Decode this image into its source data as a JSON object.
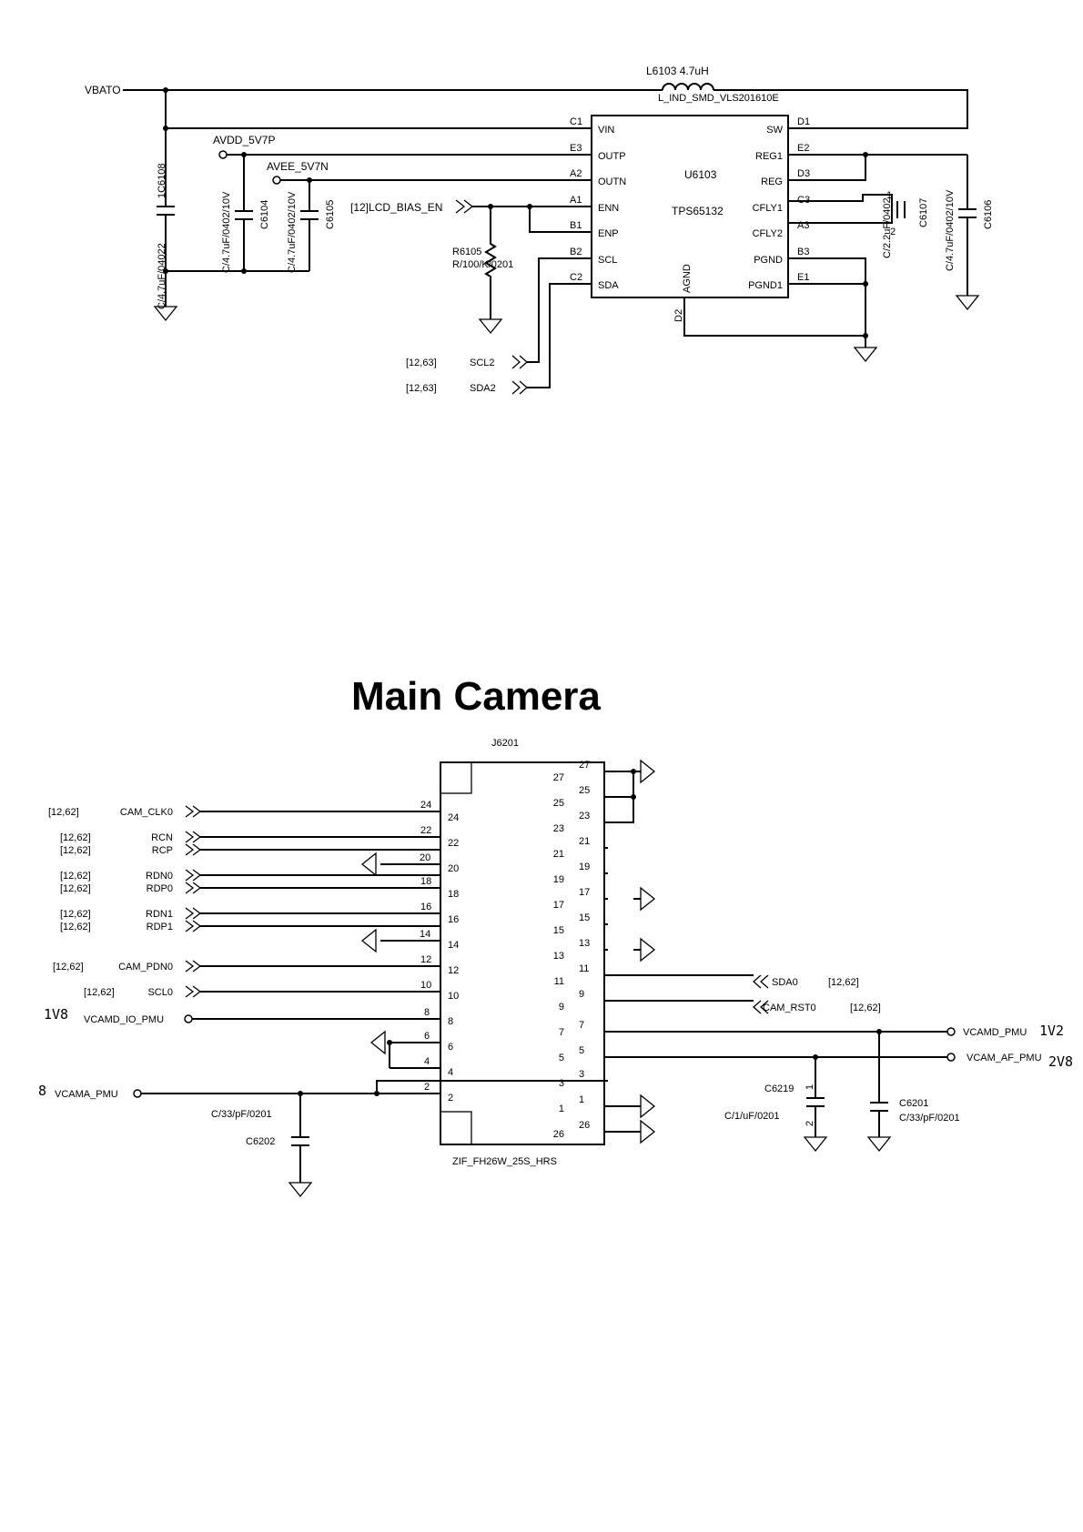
{
  "section_title": "Main Camera",
  "bias": {
    "vbat": "VBATO",
    "inductor": {
      "ref": "L6103",
      "value": "4.7uH",
      "footprint": "L_IND_SMD_VLS201610E"
    },
    "avdd": "AVDD_5V7P",
    "avee": "AVEE_5V7N",
    "enable_net": "[12]LCD_BIAS_EN",
    "caps": {
      "c6108_ref": "1C6108",
      "c6108_val": "C/4.7uF/04022",
      "c6104_ref": "C6104",
      "c6104_val": "C/4.7uF/0402/10V",
      "c6105_ref": "C6105",
      "c6105_val": "C/4.7uF/0402/10V",
      "c6107_ref": "C6107",
      "c6107_val": "C/2.2uF/0402",
      "c6107_pin1": "1",
      "c6107_pin2": "2",
      "c6106_ref": "C6106",
      "c6106_val": "C/4.7uF/0402/10V"
    },
    "r6105_ref": "R6105",
    "r6105_val": "R/100/K/0201",
    "ic": {
      "ref": "U6103",
      "part": "TPS65132",
      "left_pins": [
        {
          "ball": "C1",
          "name": "VIN"
        },
        {
          "ball": "E3",
          "name": "OUTP"
        },
        {
          "ball": "A2",
          "name": "OUTN"
        },
        {
          "ball": "A1",
          "name": "ENN"
        },
        {
          "ball": "B1",
          "name": "ENP"
        },
        {
          "ball": "B2",
          "name": "SCL"
        },
        {
          "ball": "C2",
          "name": "SDA"
        }
      ],
      "right_pins": [
        {
          "ball": "D1",
          "name": "SW"
        },
        {
          "ball": "E2",
          "name": "REG1"
        },
        {
          "ball": "D3",
          "name": "REG"
        },
        {
          "ball": "C3",
          "name": "CFLY1"
        },
        {
          "ball": "A3",
          "name": "CFLY2"
        },
        {
          "ball": "B3",
          "name": "PGND"
        },
        {
          "ball": "E1",
          "name": "PGND1"
        }
      ],
      "agnd_name": "AGND",
      "agnd_ball": "D2"
    },
    "scl": {
      "ref": "[12,63]",
      "net": "SCL2"
    },
    "sda": {
      "ref": "[12,63]",
      "net": "SDA2"
    }
  },
  "camera": {
    "connector_ref": "J6201",
    "connector_part": "ZIF_FH26W_25S_HRS",
    "box_pins_left": [
      "24",
      "22",
      "20",
      "18",
      "16",
      "14",
      "12",
      "10",
      "8",
      "6",
      "4",
      "2"
    ],
    "box_pins_right": [
      "27",
      "25",
      "23",
      "21",
      "19",
      "17",
      "15",
      "13",
      "11",
      "9",
      "7",
      "5",
      "3",
      "1",
      "26"
    ],
    "left_nets": [
      {
        "ref": "[12,62]",
        "net": "CAM_CLK0",
        "pin": "24"
      },
      {
        "ref": "[12,62]",
        "net": "RCN",
        "pin": "22"
      },
      {
        "ref": "[12,62]",
        "net": "RCP",
        "pin": ""
      },
      {
        "ref": "[12,62]",
        "net": "RDN0",
        "pin": ""
      },
      {
        "ref": "[12,62]",
        "net": "RDP0",
        "pin": "18"
      },
      {
        "ref": "[12,62]",
        "net": "RDN1",
        "pin": "16"
      },
      {
        "ref": "[12,62]",
        "net": "RDP1",
        "pin": ""
      },
      {
        "ref": "[12,62]",
        "net": "CAM_PDN0",
        "pin": "12"
      },
      {
        "ref": "[12,62]",
        "net": "SCL0",
        "pin": "10"
      }
    ],
    "left_extra_pins": [
      "20",
      "14",
      "6",
      "4"
    ],
    "io_voltage": "1V8",
    "io_net": "VCAMD_IO_PMU",
    "io_pin": "8",
    "vcama_voltage": "8",
    "vcama_net": "VCAMA_PMU",
    "vcama_pin": "2",
    "c6202_ref": "C6202",
    "c6202_val": "C/33/pF/0201",
    "right_wire_pins": [
      "27",
      "25",
      "23",
      "21",
      "19",
      "17",
      "15",
      "13",
      "11",
      "9",
      "7",
      "5",
      "3",
      "1",
      "26"
    ],
    "sda0": {
      "net": "SDA0",
      "ref": "[12,62]"
    },
    "rst0": {
      "net": "CAM_RST0",
      "ref": "[12,62]"
    },
    "vcamd": {
      "net": "VCAMD_PMU",
      "voltage": "1V2"
    },
    "vcam_af": {
      "net": "VCAM_AF_PMU",
      "voltage": "2V8"
    },
    "c6219_ref": "C6219",
    "c6219_val": "C/1/uF/0201",
    "c6219_pin1": "1",
    "c6219_pin2": "2",
    "c6201_ref": "C6201",
    "c6201_val": "C/33/pF/0201"
  }
}
